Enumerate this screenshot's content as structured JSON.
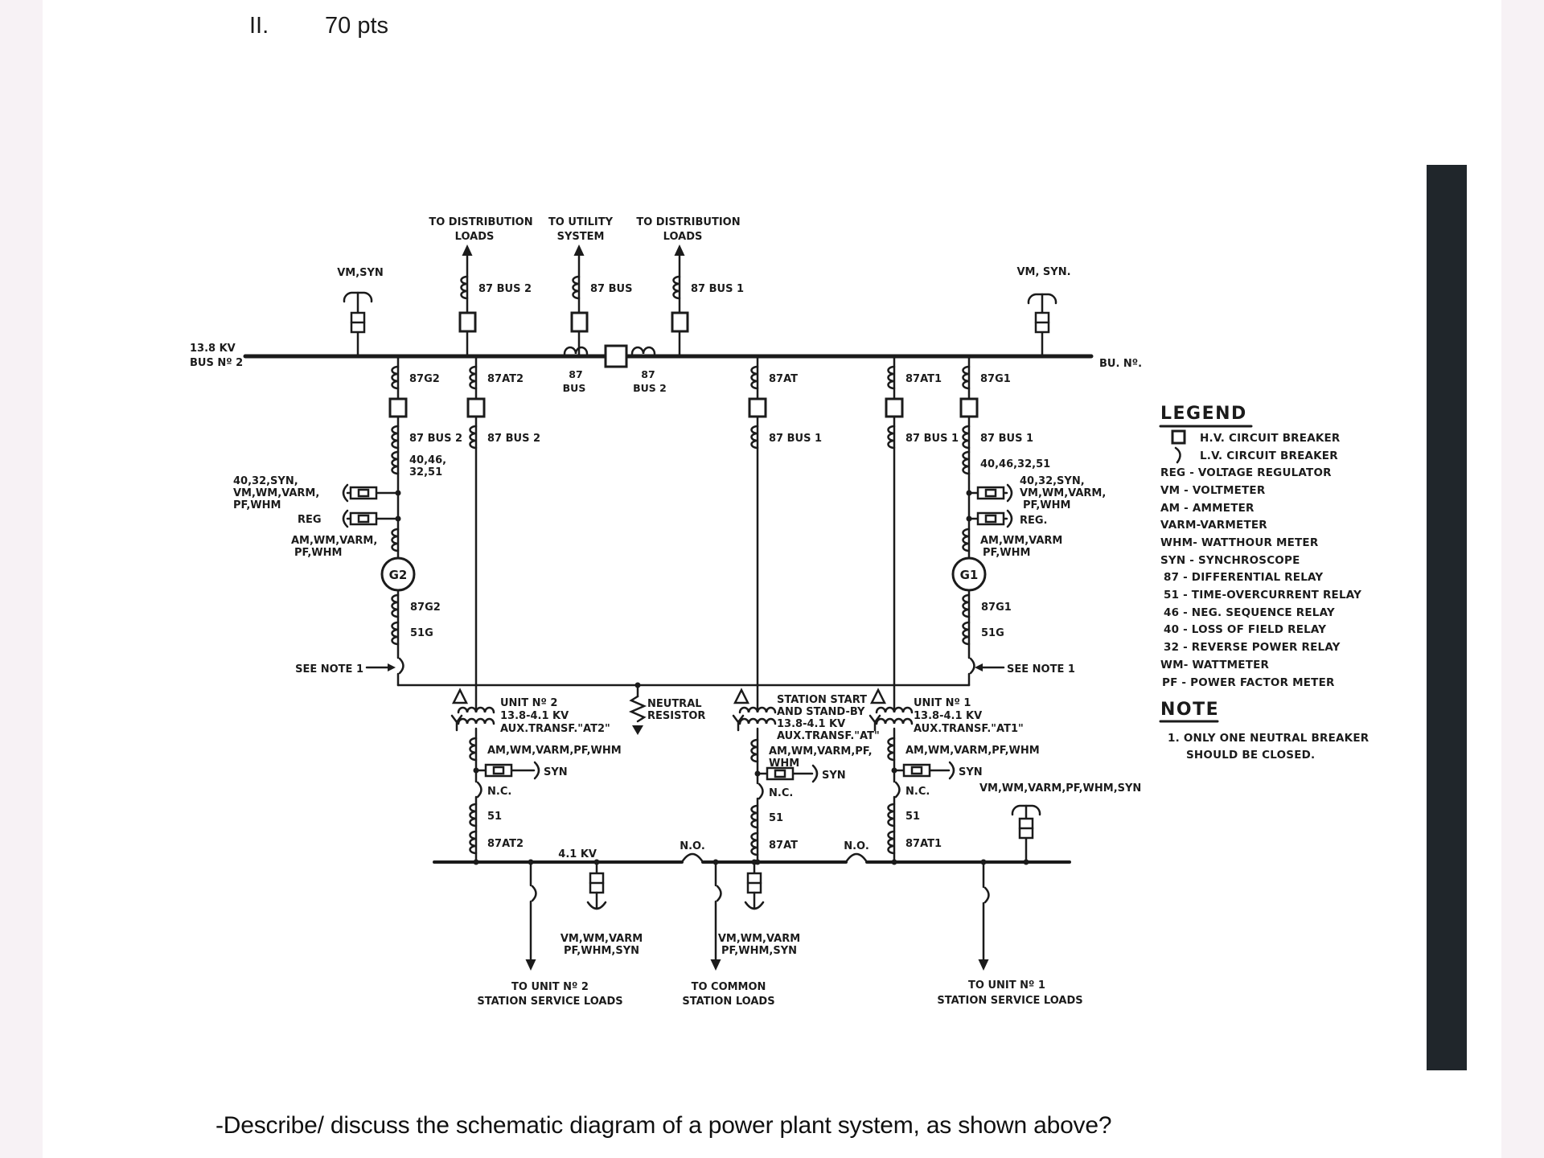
{
  "colors": {
    "ink": "#1a1a1a",
    "page": "#ffffff",
    "margin": "#f7f2f5",
    "scan_bar": "#20262b"
  },
  "header": {
    "numeral": "II.",
    "points": "70 pts"
  },
  "question": "-Describe/ discuss the schematic diagram of a power plant system, as shown above?",
  "d": {
    "pt_left": "VM,SYN",
    "pt_right": "VM, SYN.",
    "feeder1_l1": "TO DISTRIBUTION",
    "feeder1_l2": "LOADS",
    "feeder1_ct": "87 BUS 2",
    "feeder2_l1": "TO UTILITY",
    "feeder2_l2": "SYSTEM",
    "feeder2_ct": "87 BUS",
    "feeder3_l1": "TO DISTRIBUTION",
    "feeder3_l2": "LOADS",
    "feeder3_ct": "87 BUS 1",
    "hv_bus_l1": "13.8 KV",
    "hv_bus_l2": "BUS Nº 2",
    "hv_bus_right": "BU. Nº.",
    "tie_left_l1": "87",
    "tie_left_l2": "BUS",
    "tie_right_l1": "87",
    "tie_right_l2": "BUS 2",
    "g2_ct_top": "87G2",
    "g2_bus_ct": "87 BUS 2",
    "g2_relays_l1": "40,46,",
    "g2_relays_l2": "32,51",
    "g2_meters_l1": "40,32,SYN,",
    "g2_meters_l2": "VM,WM,VARM,",
    "g2_meters_l3": "PF,WHM",
    "g2_reg": "REG",
    "g2_am_l1": "AM,WM,VARM,",
    "g2_am_l2": "PF,WHM",
    "g2_name": "G2",
    "g2_diff": "87G2",
    "g2_oc": "51G",
    "g2_note": "SEE NOTE 1",
    "at2_ct_top": "87AT2",
    "at2_bus_ct": "87 BUS 2",
    "at2_name_l1": "UNIT Nº 2",
    "at2_name_l2": "13.8-4.1 KV",
    "at2_name_l3": "AUX.TRANSF.\"AT2\"",
    "at2_meters": "AM,WM,VARM,PF,WHM",
    "at2_syn": "SYN",
    "at2_nc": "N.C.",
    "at2_oc": "51",
    "at2_diff": "87AT2",
    "at_ct_top": "87AT",
    "at_bus_ct": "87 BUS 1",
    "at_name_l1": "STATION START",
    "at_name_l2": "AND STAND-BY",
    "at_name_l3": "13.8-4.1 KV",
    "at_name_l4": "AUX.TRANSF.\"AT\"",
    "at_meters_l1": "AM,WM,VARM,PF,",
    "at_meters_l2": "WHM",
    "at_syn": "SYN",
    "at_nc": "N.C.",
    "at_oc": "51",
    "at_diff": "87AT",
    "at1_ct_top": "87AT1",
    "at1_bus_ct": "87 BUS 1",
    "at1_name_l1": "UNIT Nº 1",
    "at1_name_l2": "13.8-4.1 KV",
    "at1_name_l3": "AUX.TRANSF.\"AT1\"",
    "at1_meters": "AM,WM,VARM,PF,WHM",
    "at1_syn": "SYN",
    "at1_nc": "N.C.",
    "at1_oc": "51",
    "at1_diff": "87AT1",
    "g1_ct_top": "87G1",
    "g1_bus_ct": "87 BUS 1",
    "g1_relays": "40,46,32,51",
    "g1_meters_l1": "40,32,SYN,",
    "g1_meters_l2": "VM,WM,VARM,",
    "g1_meters_l3": "PF,WHM",
    "g1_reg": "REG.",
    "g1_am_l1": "AM,WM,VARM",
    "g1_am_l2": "PF,WHM",
    "g1_name": "G1",
    "g1_diff": "87G1",
    "g1_oc": "51G",
    "g1_note": "SEE NOTE 1",
    "neutral_l1": "NEUTRAL",
    "neutral_l2": "RESISTOR",
    "lv_bus": "4.1 KV",
    "no1": "N.O.",
    "no2": "N.O.",
    "lv_pt": "VM,WM,VARM,PF,WHM,SYN",
    "load1_l1": "TO UNIT Nº 2",
    "load1_l2": "STATION SERVICE LOADS",
    "load1_pt_l1": "VM,WM,VARM",
    "load1_pt_l2": "PF,WHM,SYN",
    "load2_l1": "TO COMMON",
    "load2_l2": "STATION LOADS",
    "load2_pt_l1": "VM,WM,VARM",
    "load2_pt_l2": "PF,WHM,SYN",
    "load3_l1": "TO UNIT Nº 1",
    "load3_l2": "STATION SERVICE LOADS"
  },
  "legend": {
    "title": "LEGEND",
    "items": [
      "H.V. CIRCUIT BREAKER",
      "L.V. CIRCUIT BREAKER",
      "REG - VOLTAGE REGULATOR",
      "VM - VOLTMETER",
      "AM - AMMETER",
      "VARM-VARMETER",
      "WHM- WATTHOUR METER",
      "SYN - SYNCHROSCOPE",
      "87 - DIFFERENTIAL RELAY",
      "51 - TIME-OVERCURRENT RELAY",
      "46 - NEG. SEQUENCE RELAY",
      "40 - LOSS OF FIELD RELAY",
      "32 - REVERSE POWER RELAY",
      "WM- WATTMETER",
      "PF - POWER FACTOR METER"
    ]
  },
  "note": {
    "title": "NOTE",
    "line1": "1. ONLY ONE NEUTRAL BREAKER",
    "line2": "SHOULD BE CLOSED."
  }
}
